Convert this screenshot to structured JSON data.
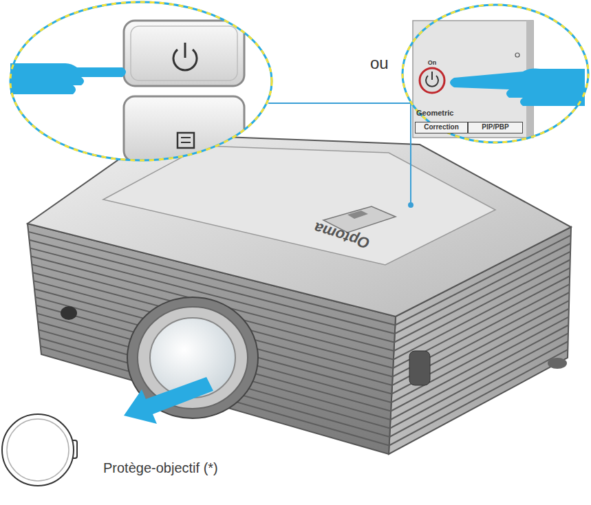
{
  "diagram": {
    "nodes": [
      {
        "text": [
          "On",
          "Geometric"
        ]
      },
      {
        "text": [
          "Correction"
        ],
        "in": 0
      },
      {
        "text": [
          "PIP/PBP"
        ],
        "in": 0
      }
    ],
    "labels": [
      "ou",
      "Optoma",
      "Protège-objectif (*)"
    ]
  }
}
